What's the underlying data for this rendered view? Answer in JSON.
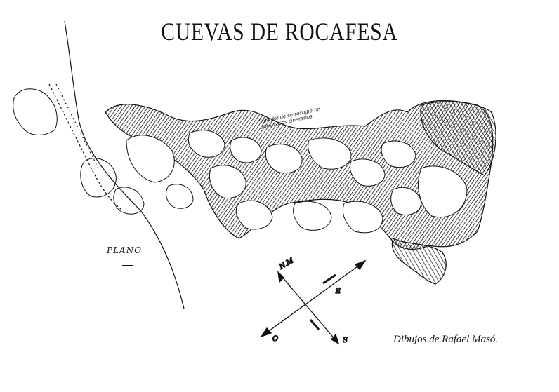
{
  "title": "CUEVAS DE ROCAFESA",
  "plan_label": "PLANO",
  "credit": "Dibujos de Rafael Masó.",
  "annotation_line1": "Sala donde se recogieron",
  "annotation_line2": "unos vasos cinerarios",
  "compass": {
    "n": "N.M",
    "e": "E",
    "o": "O",
    "s": "S"
  },
  "colors": {
    "ink": "#111111",
    "paper": "#ffffff"
  }
}
